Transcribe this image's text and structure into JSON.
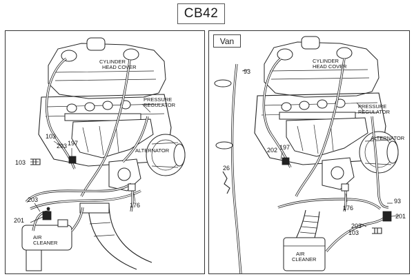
{
  "header": {
    "title": "CB42"
  },
  "left_panel": {
    "labels": {
      "cylinder_head_cover": "CYLINDER\nHEAD COVER",
      "pressure_regulator": "PRESSURE\nREGULATOR",
      "alternator": "ALTERNATOR",
      "air_cleaner": "AIR\nCLEANER"
    },
    "callouts": {
      "c103": "103",
      "c203": "203",
      "c197": "197",
      "c103b": "103",
      "c203b": "203",
      "c201": "201",
      "c176": "176"
    }
  },
  "right_panel": {
    "variant": "Van",
    "labels": {
      "cylinder_head_cover": "CYLINDER\nHEAD COVER",
      "pressure_regulator": "PRESSURE\nREGULATOR",
      "alternator": "ALTERNATOR",
      "air_cleaner": "AIR\nCLEANER"
    },
    "callouts": {
      "c93": "93",
      "c202": "202",
      "c197": "197",
      "c26": "26",
      "c176": "176",
      "c93b": "93",
      "c201": "201",
      "c203": "203",
      "c103": "103"
    }
  }
}
